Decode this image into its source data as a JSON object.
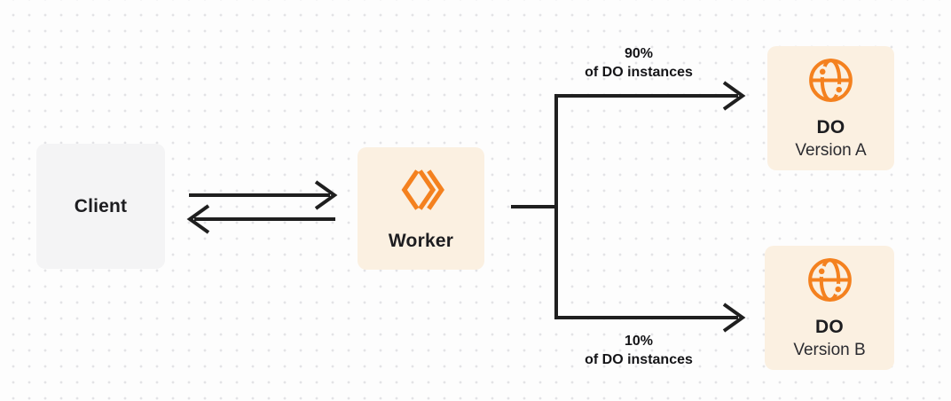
{
  "diagram": {
    "client": {
      "label": "Client"
    },
    "worker": {
      "label": "Worker"
    },
    "branch_a": {
      "percent": "90%",
      "caption": "of DO instances"
    },
    "branch_b": {
      "percent": "10%",
      "caption": "of DO instances"
    },
    "do_a": {
      "title": "DO",
      "subtitle": "Version A"
    },
    "do_b": {
      "title": "DO",
      "subtitle": "Version B"
    },
    "icons": {
      "worker": "cloudflare-workers-chevrons-icon",
      "durable_object": "globe-with-nodes-icon"
    },
    "colors": {
      "accent_orange": "#f6821f",
      "node_cream": "#fbf0e1",
      "node_gray": "#f4f4f5",
      "connector_dark": "#1f1f1f",
      "dot_grid": "#e3e3e6",
      "text_dark": "#1d1d20"
    }
  }
}
